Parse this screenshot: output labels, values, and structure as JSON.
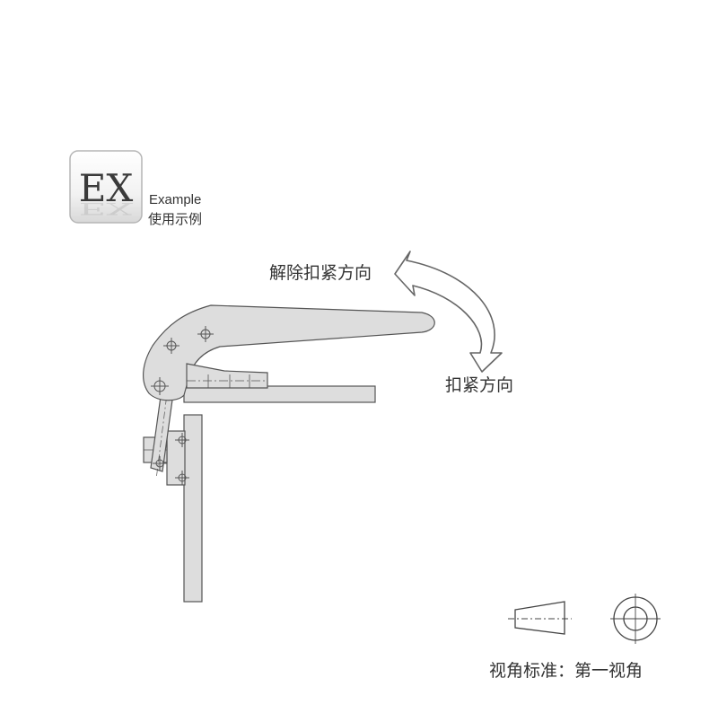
{
  "badge": {
    "letters": "EX",
    "caption_en": "Example",
    "caption_cn": "使用示例"
  },
  "labels": {
    "release_direction": "解除扣紧方向",
    "clamp_direction": "扣紧方向"
  },
  "projection": {
    "label": "视角标准：第一视角"
  },
  "colors": {
    "part_fill": "#dddddd",
    "outline": "#555555",
    "arrow": "#666666",
    "text": "#333333"
  }
}
